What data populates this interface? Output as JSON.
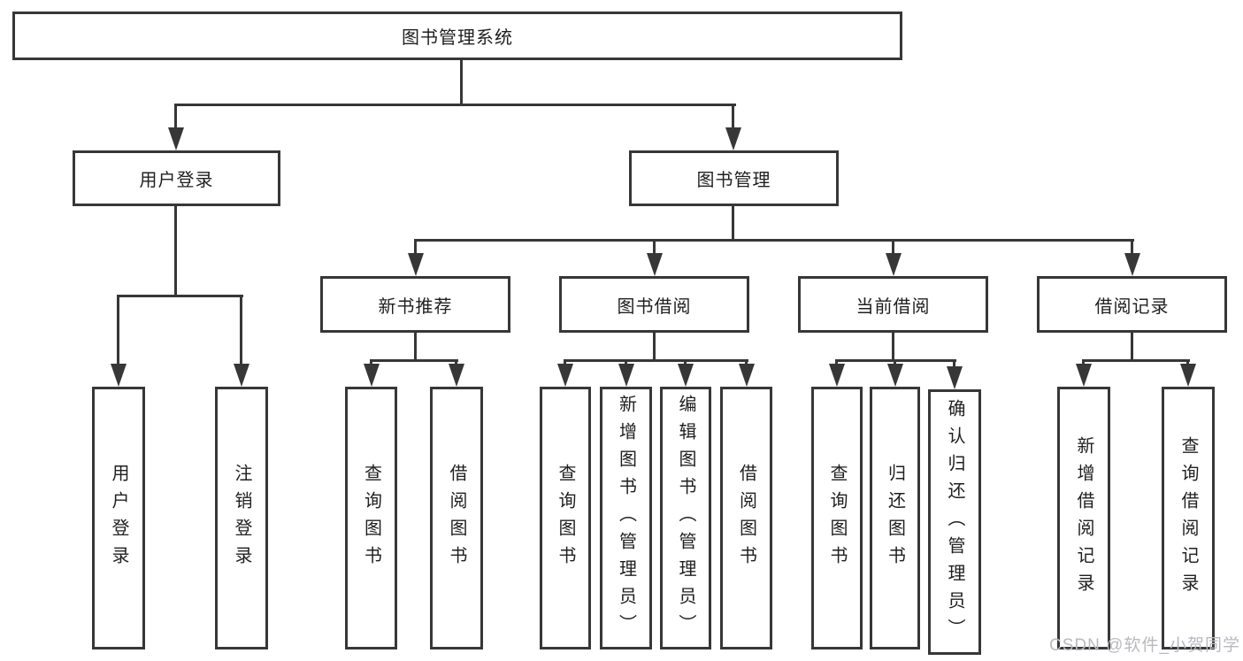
{
  "colors": {
    "line": "#373737",
    "border": "#373737",
    "text": "#1f1f1f",
    "background": "#ffffff",
    "watermark": "#b9b9c0"
  },
  "nodes": {
    "root": {
      "label": "图书管理系统"
    },
    "user_login": {
      "label": "用户登录"
    },
    "book_mgmt": {
      "label": "图书管理"
    },
    "new_book": {
      "label": "新书推荐"
    },
    "book_borrow": {
      "label": "图书借阅"
    },
    "current_borrow": {
      "label": "当前借阅"
    },
    "borrow_record": {
      "label": "借阅记录"
    }
  },
  "leaves": {
    "user_login": [
      "用户登录",
      "注销登录"
    ],
    "new_book": [
      "查询图书",
      "借阅图书"
    ],
    "book_borrow": [
      "查询图书",
      "新增图书（管理员）",
      "编辑图书（管理员）",
      "借阅图书"
    ],
    "current_borrow": [
      "查询图书",
      "归还图书",
      "确认归还（管理员）"
    ],
    "borrow_record": [
      "新增借阅记录",
      "查询借阅记录"
    ]
  },
  "watermark": {
    "text": "CSDN @软件_小贺同学"
  }
}
